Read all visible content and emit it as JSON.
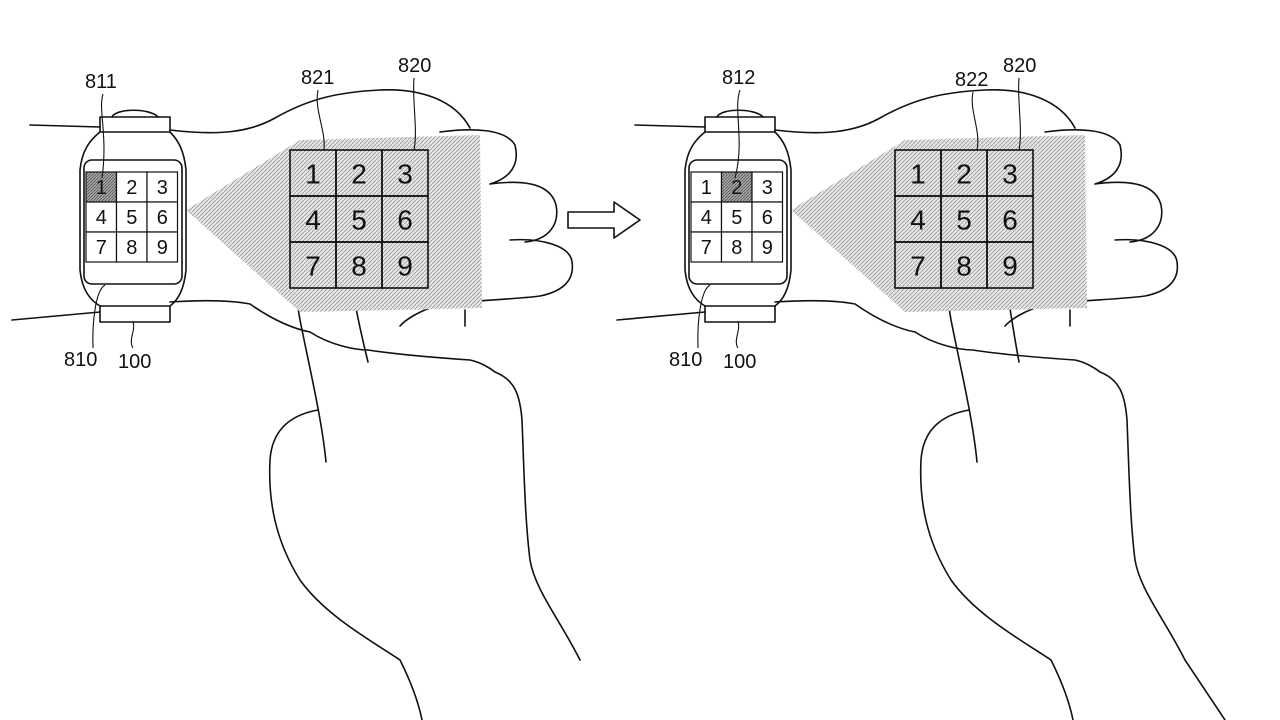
{
  "figure": {
    "panels": [
      {
        "id": "before",
        "labels": {
          "watch_screen_selection": "811",
          "projected_selection": "821",
          "projected_keypad": "820",
          "watch_display": "810",
          "device": "100"
        },
        "keypad_keys": [
          "1",
          "2",
          "3",
          "4",
          "5",
          "6",
          "7",
          "8",
          "9"
        ],
        "selected_key": "1"
      },
      {
        "id": "after",
        "labels": {
          "watch_screen_selection": "812",
          "projected_selection": "822",
          "projected_keypad": "820",
          "watch_display": "810",
          "device": "100"
        },
        "keypad_keys": [
          "1",
          "2",
          "3",
          "4",
          "5",
          "6",
          "7",
          "8",
          "9"
        ],
        "selected_key": "2"
      }
    ],
    "transition_arrow": "right-arrow-icon",
    "colors": {
      "line": "#111111",
      "projection_shade": "#c8c8c8",
      "selected_cell": "#8c8c8c",
      "background": "#ffffff"
    }
  }
}
